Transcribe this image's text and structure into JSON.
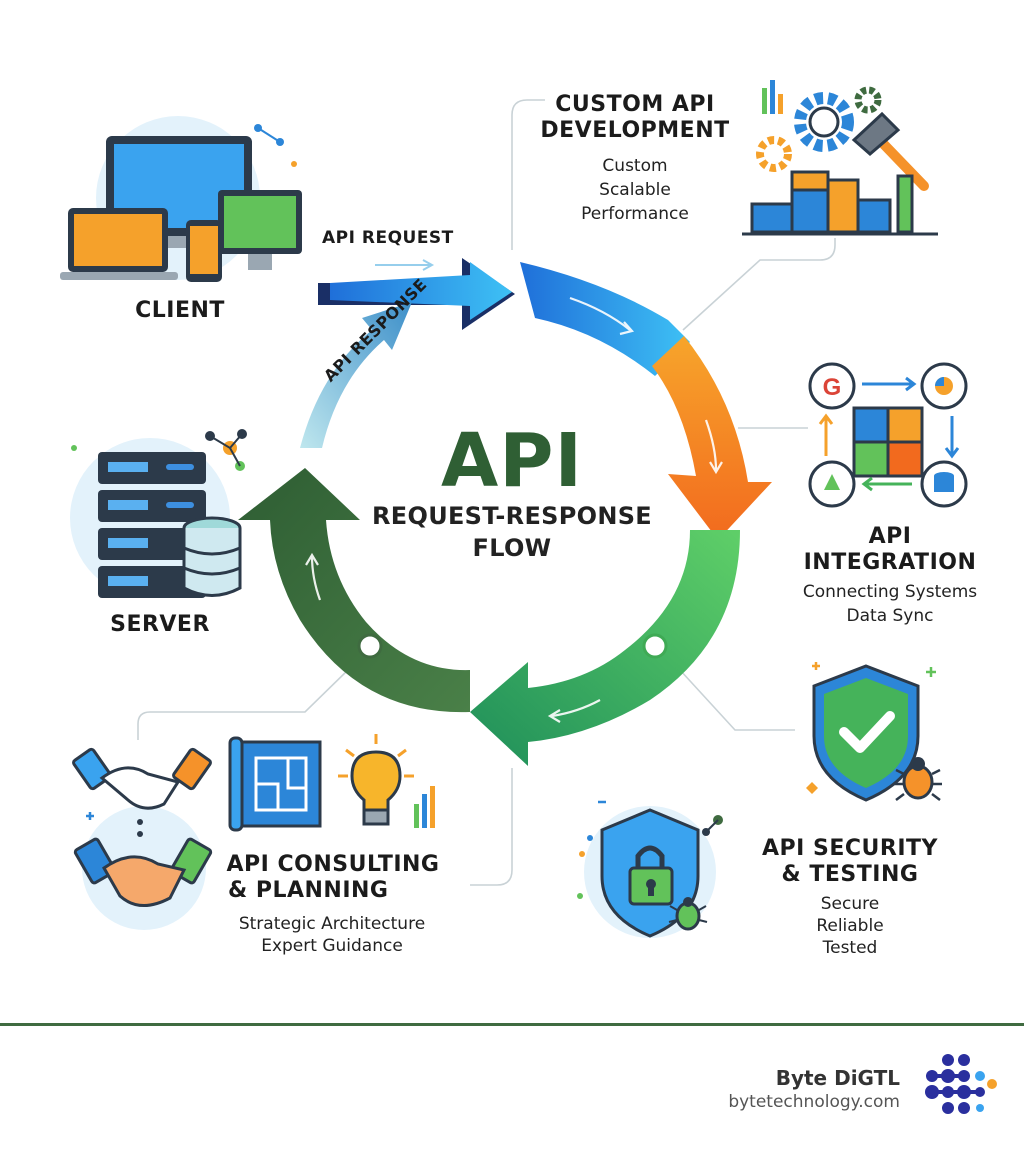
{
  "center": {
    "title": "API",
    "subtitle_line1": "REQUEST-RESPONSE",
    "subtitle_line2": "FLOW"
  },
  "arrows": {
    "request": "API REQUEST",
    "response": "API RESPONSE"
  },
  "client": {
    "label": "CLIENT"
  },
  "server": {
    "label": "SERVER"
  },
  "custom_dev": {
    "title_line1": "CUSTOM API",
    "title_line2": "DEVELOPMENT",
    "items": [
      "Custom",
      "Scalable",
      "Performance"
    ]
  },
  "integration": {
    "title_line1": "API",
    "title_line2": "INTEGRATION",
    "items": [
      "Connecting Systems",
      "Data Sync"
    ]
  },
  "security": {
    "title_line1": "API SECURITY",
    "title_line2": "& TESTING",
    "items": [
      "Secure",
      "Reliable",
      "Tested"
    ]
  },
  "consulting": {
    "title_line1": "API CONSULTING",
    "title_line2": "& PLANNING",
    "items": [
      "Strategic Architecture",
      "Expert Guidance"
    ]
  },
  "footer": {
    "brand": "Byte DiGTL",
    "url": "bytetechnology.com"
  },
  "colors": {
    "blue": "#2a9df4",
    "orange": "#f5922a",
    "green": "#45b35a",
    "dark_green": "#3f6b40"
  },
  "icons": [
    "devices-icon",
    "server-icon",
    "database-icon",
    "gears-icon",
    "hammer-icon",
    "puzzle-icon",
    "shield-check-icon",
    "shield-lock-icon",
    "bug-icon",
    "handshake-icon",
    "blueprint-icon",
    "lightbulb-icon",
    "logo-icon"
  ]
}
